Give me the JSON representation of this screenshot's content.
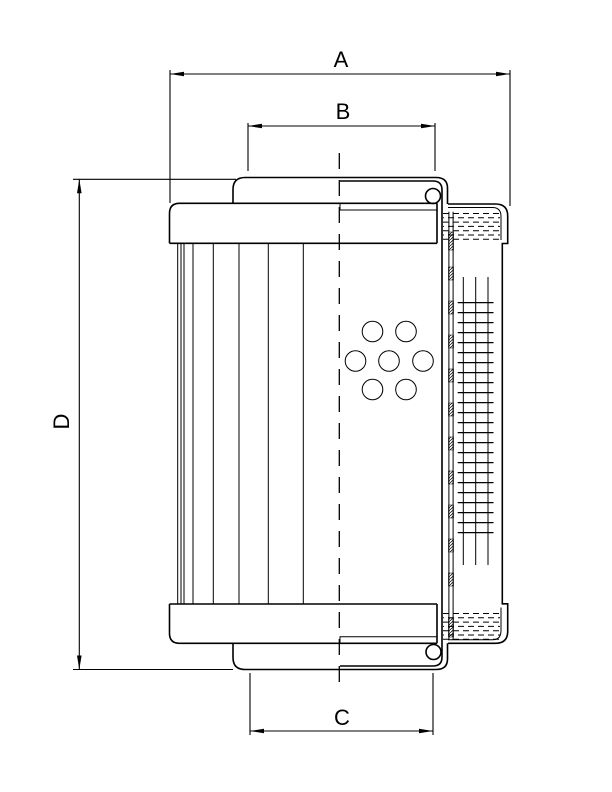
{
  "drawing": {
    "title": "filter element cross-section drawing",
    "colors": {
      "line": "#000000",
      "background": "#ffffff"
    },
    "dimensions": {
      "a": {
        "label": "A"
      },
      "b": {
        "label": "B"
      },
      "c": {
        "label": "C"
      },
      "d": {
        "label": "D"
      }
    }
  }
}
